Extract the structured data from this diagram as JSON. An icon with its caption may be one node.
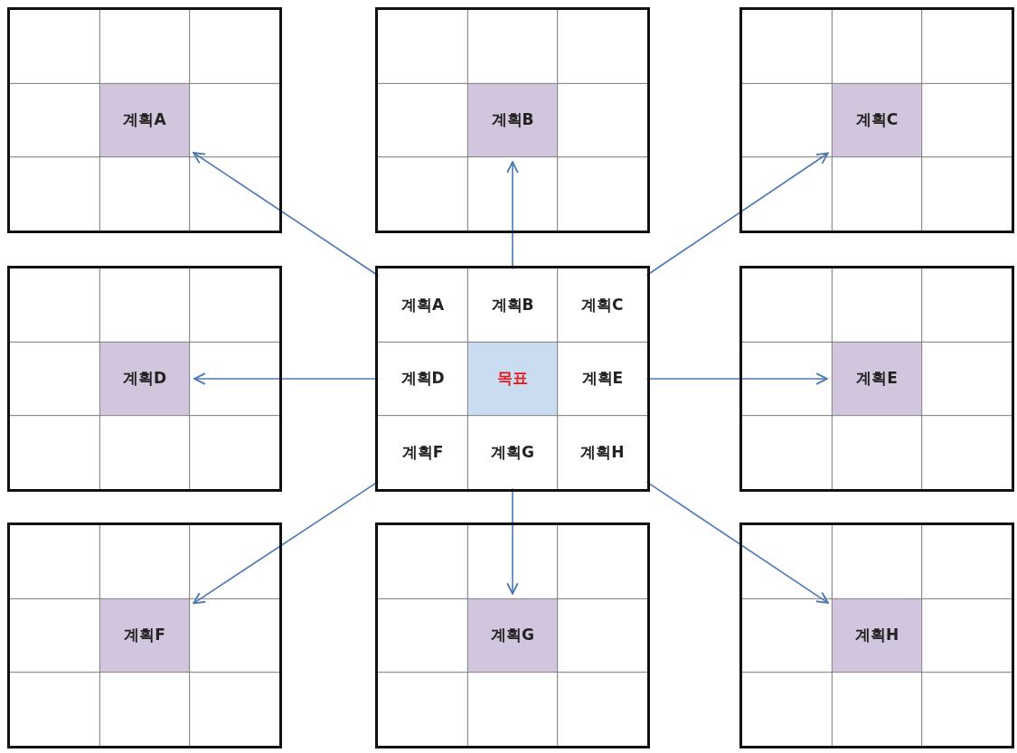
{
  "diagram": {
    "nodes": [
      {
        "text": [],
        "shape": "box"
      },
      {
        "text": [
          "계획A"
        ],
        "in": 0
      },
      {
        "text": [],
        "shape": "box"
      },
      {
        "text": [
          "계획B"
        ],
        "in": 2
      },
      {
        "text": [],
        "shape": "box"
      },
      {
        "text": [
          "계획C"
        ],
        "in": 4
      },
      {
        "text": [],
        "shape": "box"
      },
      {
        "text": [
          "계획D"
        ],
        "in": 6
      },
      {
        "text": [],
        "shape": "box"
      },
      {
        "text": [
          "계획A"
        ],
        "in": 8
      },
      {
        "text": [
          "계획B"
        ],
        "in": 8
      },
      {
        "text": [
          "계획C"
        ],
        "in": 8
      },
      {
        "text": [
          "계획D"
        ],
        "in": 8
      },
      {
        "text": [
          "목표"
        ],
        "in": 8
      },
      {
        "text": [
          "계획E"
        ],
        "in": 8
      },
      {
        "text": [
          "계획F"
        ],
        "in": 8
      },
      {
        "text": [
          "계획G"
        ],
        "in": 8
      },
      {
        "text": [
          "계획H"
        ],
        "in": 8
      },
      {
        "text": [],
        "shape": "box"
      },
      {
        "text": [
          "계획E"
        ],
        "in": 18
      },
      {
        "text": [],
        "shape": "box"
      },
      {
        "text": [
          "계획F"
        ],
        "in": 20
      },
      {
        "text": [],
        "shape": "box"
      },
      {
        "text": [
          "계획G"
        ],
        "in": 22
      },
      {
        "text": [],
        "shape": "box"
      },
      {
        "text": [
          "계획H"
        ],
        "in": 24
      }
    ],
    "edges": [
      {
        "from": 9,
        "to": 1,
        "arrow": "to"
      },
      {
        "from": 10,
        "to": 3,
        "arrow": "to"
      },
      {
        "from": 11,
        "to": 5,
        "arrow": "to"
      },
      {
        "from": 12,
        "to": 7,
        "arrow": "to"
      },
      {
        "from": 14,
        "to": 19,
        "arrow": "to"
      },
      {
        "from": 15,
        "to": 21,
        "arrow": "to"
      },
      {
        "from": 16,
        "to": 23,
        "arrow": "to"
      },
      {
        "from": 17,
        "to": 25,
        "arrow": "to"
      }
    ]
  }
}
